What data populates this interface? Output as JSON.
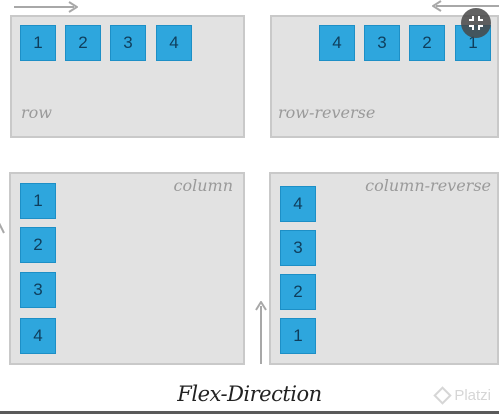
{
  "diagram": {
    "title": "Flex-Direction",
    "panels": [
      {
        "label": "row",
        "items": [
          "1",
          "2",
          "3",
          "4"
        ]
      },
      {
        "label": "row-reverse",
        "items": [
          "4",
          "3",
          "2",
          "1"
        ]
      },
      {
        "label": "column",
        "items": [
          "1",
          "2",
          "3",
          "4"
        ]
      },
      {
        "label": "column-reverse",
        "items": [
          "4",
          "3",
          "2",
          "1"
        ]
      }
    ],
    "watermark": "Platzi",
    "watermark_icon": "platzi-logo-icon",
    "corner_icon": "exit-fullscreen-icon"
  },
  "colors": {
    "panel_bg": "#e2e2e2",
    "panel_border": "#c9c9c9",
    "box": "#2ea6dd",
    "box_text": "#0f3e5c",
    "label": "#9a9a9a",
    "arrow": "#a8a8a8"
  }
}
